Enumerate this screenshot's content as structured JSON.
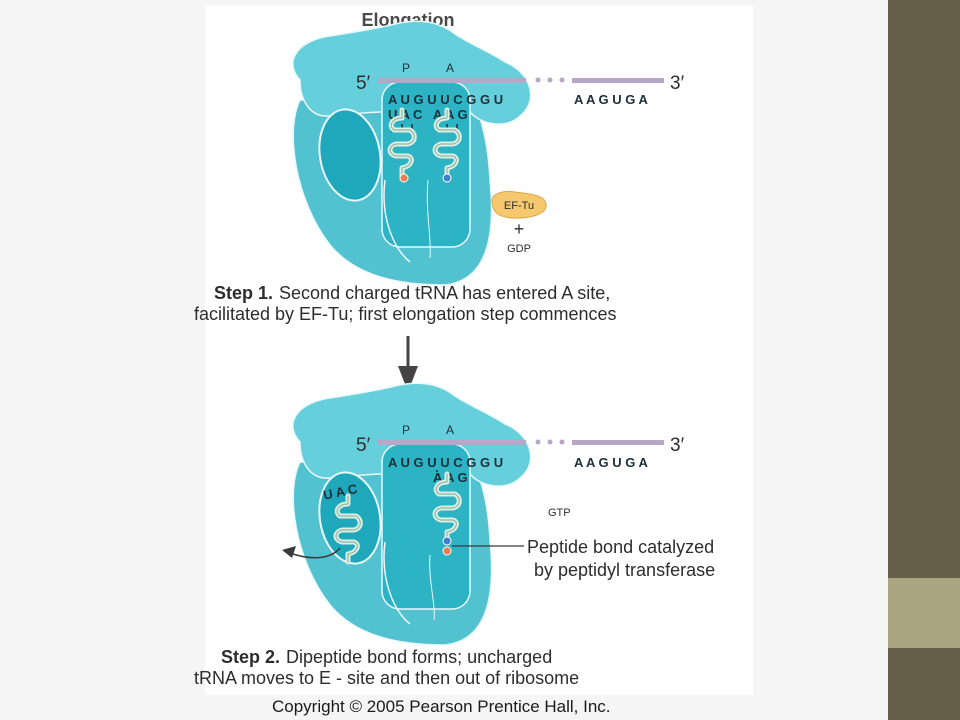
{
  "title": "Elongation",
  "colors": {
    "sidebar_top": "#655f49",
    "sidebar_mid": "#a9a57f",
    "sidebar_bot": "#655f49",
    "ribosome_large": "#66cfdc",
    "ribosome_small": "#52c2d0",
    "ribosome_dark": "#1fa8bb",
    "mrna": "#b7a6c6",
    "ef_tu": "#f5c86e"
  },
  "step1": {
    "end5": "5′",
    "end3": "3′",
    "site_p": "P",
    "site_a": "A",
    "mrna_left": "A U G U U C G G U",
    "mrna_right": "A A G U G A",
    "anticodon_p": "U A C",
    "anticodon_a": "A A G",
    "ef_tu": "EF-Tu",
    "plus": "+",
    "gdp": "GDP",
    "caption_bold": "Step 1.",
    "caption_line1": "Second charged tRNA has entered A site,",
    "caption_line2": "facilitated by EF-Tu; first elongation step commences"
  },
  "step2": {
    "end5": "5′",
    "end3": "3′",
    "site_p": "P",
    "site_a": "A",
    "mrna_left": "A U G U U C G G U",
    "mrna_right": "A A G U G A",
    "anticodon_e": "U A C",
    "anticodon_a": "A A G",
    "gtp": "GTP",
    "label_line1": "Peptide bond catalyzed",
    "label_line2": "by peptidyl transferase",
    "caption_bold": "Step 2.",
    "caption_line1": "Dipeptide bond forms; uncharged",
    "caption_line2": "tRNA moves to E - site and then out of ribosome"
  },
  "copyright": "Copyright © 2005 Pearson Prentice Hall, Inc."
}
